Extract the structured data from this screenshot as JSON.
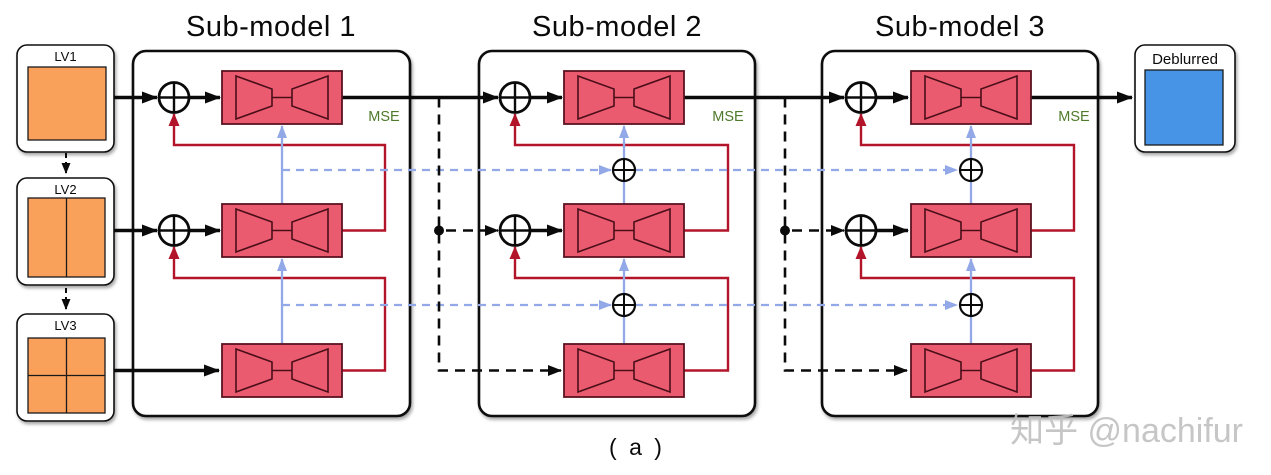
{
  "figure": {
    "caption": "( a )",
    "watermark": "知乎 @nachifur"
  },
  "inputs": [
    {
      "label": "LV1",
      "patches": 1
    },
    {
      "label": "LV2",
      "patches": 2
    },
    {
      "label": "LV3",
      "patches": 4
    }
  ],
  "submodels": [
    {
      "title": "Sub-model 1",
      "loss_label": "MSE"
    },
    {
      "title": "Sub-model 2",
      "loss_label": "MSE"
    },
    {
      "title": "Sub-model 3",
      "loss_label": "MSE"
    }
  ],
  "output": {
    "label": "Deblurred"
  },
  "colors": {
    "input_orange": "#F9A05A",
    "block_pink": "#EA5B70",
    "block_border": "#5C1220",
    "red_line": "#B2152A",
    "blue_line": "#93A9E7",
    "mse_green": "#4E7A2A",
    "output_blue": "#4793E6",
    "line_black": "#0a0a0a",
    "watermark_gray": "#C2C2C2"
  }
}
